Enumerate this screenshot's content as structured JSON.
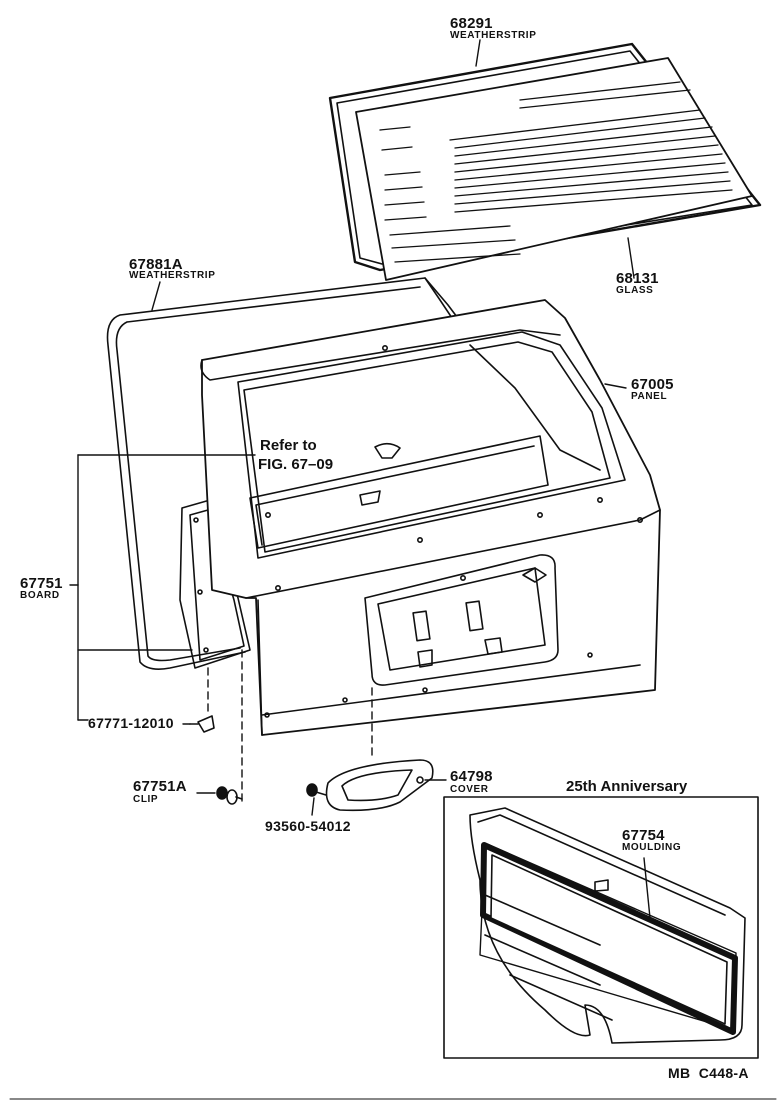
{
  "parts": [
    {
      "id": "p68291",
      "number": "68291",
      "name": "WEATHERSTRIP"
    },
    {
      "id": "p67881a",
      "number": "67881A",
      "name": "WEATHERSTRIP"
    },
    {
      "id": "p68131",
      "number": "68131",
      "name": "GLASS"
    },
    {
      "id": "p67005",
      "number": "67005",
      "name": "PANEL"
    },
    {
      "id": "p67751",
      "number": "67751",
      "name": "BOARD"
    },
    {
      "id": "p67771",
      "number": "67771-12010",
      "name": ""
    },
    {
      "id": "p67751a",
      "number": "67751A",
      "name": "CLIP"
    },
    {
      "id": "p93560",
      "number": "93560-54012",
      "name": ""
    },
    {
      "id": "p64798",
      "number": "64798",
      "name": "COVER"
    },
    {
      "id": "p67754",
      "number": "67754",
      "name": "MOULDING"
    }
  ],
  "reference": {
    "line1": "Refer to",
    "line2": "FIG. 67–09"
  },
  "inset_title": "25th Anniversary",
  "figure_code": "MB  C448-A",
  "colors": {
    "ink": "#111111",
    "paper": "#ffffff"
  }
}
